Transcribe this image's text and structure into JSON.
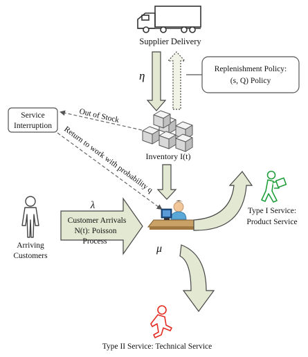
{
  "supplier": {
    "label": "Supplier Delivery"
  },
  "rates": {
    "eta": "η",
    "lambda": "λ",
    "mu": "μ"
  },
  "policy": {
    "title": "Replenishment Policy:",
    "value": "(s, Q) Policy"
  },
  "service_interruption": {
    "line1": "Service",
    "line2": "Interruption"
  },
  "edges": {
    "out_of_stock": "Out of Stock",
    "return_to_work": "Return to work with probability q"
  },
  "inventory": {
    "label": "Inventory I(t)"
  },
  "arrivals": {
    "line1": "Customer Arrivals",
    "line2": "N(t): Poisson",
    "line3": "Process"
  },
  "arriving_customers": {
    "line1": "Arriving",
    "line2": "Customers"
  },
  "type1": {
    "line1": "Type I Service:",
    "line2": "Product Service"
  },
  "type2": {
    "label": "Type II Service: Technical Service"
  },
  "colors": {
    "arrow_fill": "#e3e8d2",
    "type1_icon": "#1f9e3a",
    "type2_icon": "#e52b21",
    "person_shirt": "#5aa8d8"
  }
}
